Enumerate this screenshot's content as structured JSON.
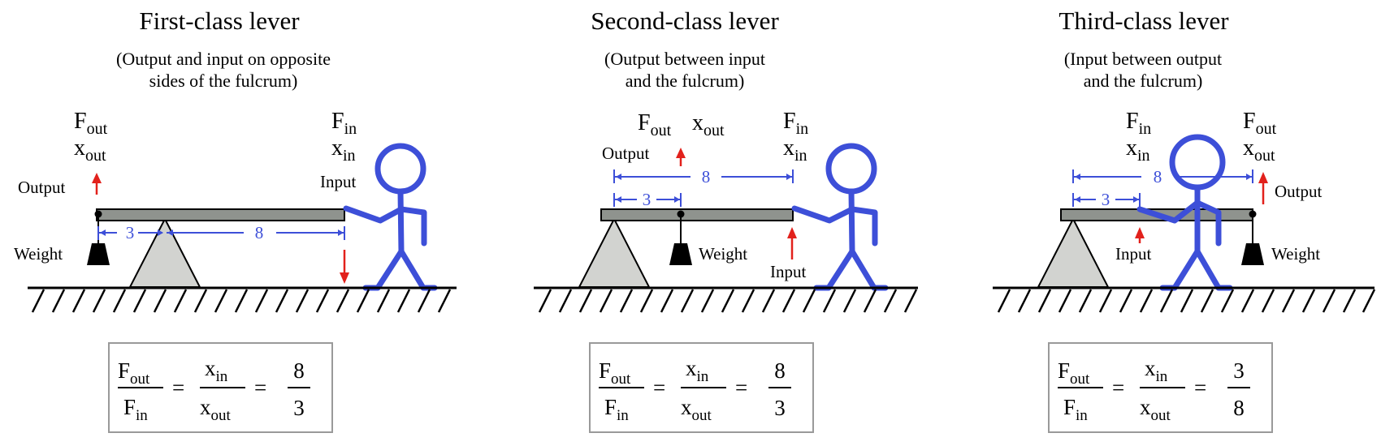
{
  "panels": [
    {
      "title": "First-class lever",
      "subtitle_line1": "(Output and input on opposite",
      "subtitle_line2": "sides of the fulcrum)",
      "output_label": "Output",
      "input_label": "Input",
      "weight_label": "Weight",
      "x_out_dim": "3",
      "x_in_dim": "8",
      "ratio_num": "8",
      "ratio_den": "3"
    },
    {
      "title": "Second-class lever",
      "subtitle_line1": "(Output between input",
      "subtitle_line2": "and the fulcrum)",
      "output_label": "Output",
      "input_label": "Input",
      "weight_label": "Weight",
      "x_out_dim": "3",
      "x_in_dim": "8",
      "ratio_num": "8",
      "ratio_den": "3"
    },
    {
      "title": "Third-class lever",
      "subtitle_line1": "(Input between output",
      "subtitle_line2": "and the fulcrum)",
      "output_label": "Output",
      "input_label": "Input",
      "weight_label": "Weight",
      "x_out_dim": "8",
      "x_in_dim": "3",
      "ratio_num": "3",
      "ratio_den": "8"
    }
  ],
  "symbols": {
    "F": "F",
    "x": "x",
    "out": "out",
    "in": "in",
    "equals": "="
  },
  "colors": {
    "person": "#3d4fd8",
    "dimension": "#3d4fd8",
    "arrow": "#e2211c",
    "beam": "#8f938e",
    "fulcrum": "#d2d3d0"
  }
}
